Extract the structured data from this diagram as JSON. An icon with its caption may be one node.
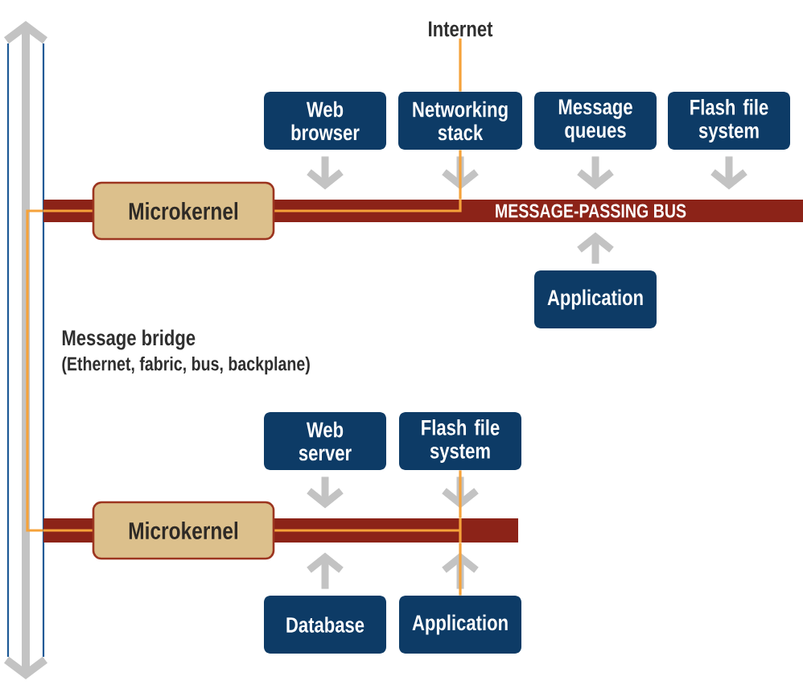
{
  "diagram": {
    "nodes": [
      {
        "text": [
          "Internet"
        ]
      },
      {
        "text": [
          "Web browser"
        ]
      },
      {
        "text": [
          "Networking stack"
        ]
      },
      {
        "text": [
          "Message queues"
        ]
      },
      {
        "text": [
          "Flash file system"
        ]
      },
      {
        "text": [
          "Microkernel"
        ]
      },
      {
        "text": [
          "MESSAGE-PASSING BUS"
        ]
      },
      {
        "text": [
          "Application"
        ]
      },
      {
        "text": [
          "Web server"
        ]
      },
      {
        "text": [
          "Flash file system"
        ]
      },
      {
        "text": [
          "Microkernel"
        ]
      },
      {
        "text": [],
        "shape": "bar"
      },
      {
        "text": [
          "Database"
        ]
      },
      {
        "text": [
          "Application"
        ]
      }
    ],
    "edges": [
      {
        "from": 1,
        "to": 6,
        "arrow": "to"
      },
      {
        "from": 2,
        "to": 6,
        "arrow": "to"
      },
      {
        "from": 3,
        "to": 6,
        "arrow": "to"
      },
      {
        "from": 4,
        "to": 6,
        "arrow": "to"
      },
      {
        "from": 7,
        "to": 6,
        "arrow": "to"
      },
      {
        "from": 8,
        "to": 11,
        "arrow": "to"
      },
      {
        "from": 9,
        "to": 11,
        "arrow": "to"
      },
      {
        "from": 12,
        "to": 11,
        "arrow": "to"
      },
      {
        "from": 13,
        "to": 11,
        "arrow": "to"
      },
      {
        "from": 0,
        "to": 2,
        "arrow": "none",
        "color": "#f5a23a"
      },
      {
        "from": 2,
        "to": 6,
        "arrow": "none",
        "color": "#f5a23a"
      },
      {
        "from": 6,
        "to": 11,
        "arrow": "none",
        "color": "#f5a23a"
      },
      {
        "from": 11,
        "to": 9,
        "arrow": "none",
        "color": "#f5a23a"
      },
      {
        "from": 11,
        "to": 13,
        "arrow": "none",
        "color": "#f5a23a"
      }
    ],
    "labels": [
      "Message bridge",
      "(Ethernet, fabric, bus, backplane)"
    ]
  }
}
